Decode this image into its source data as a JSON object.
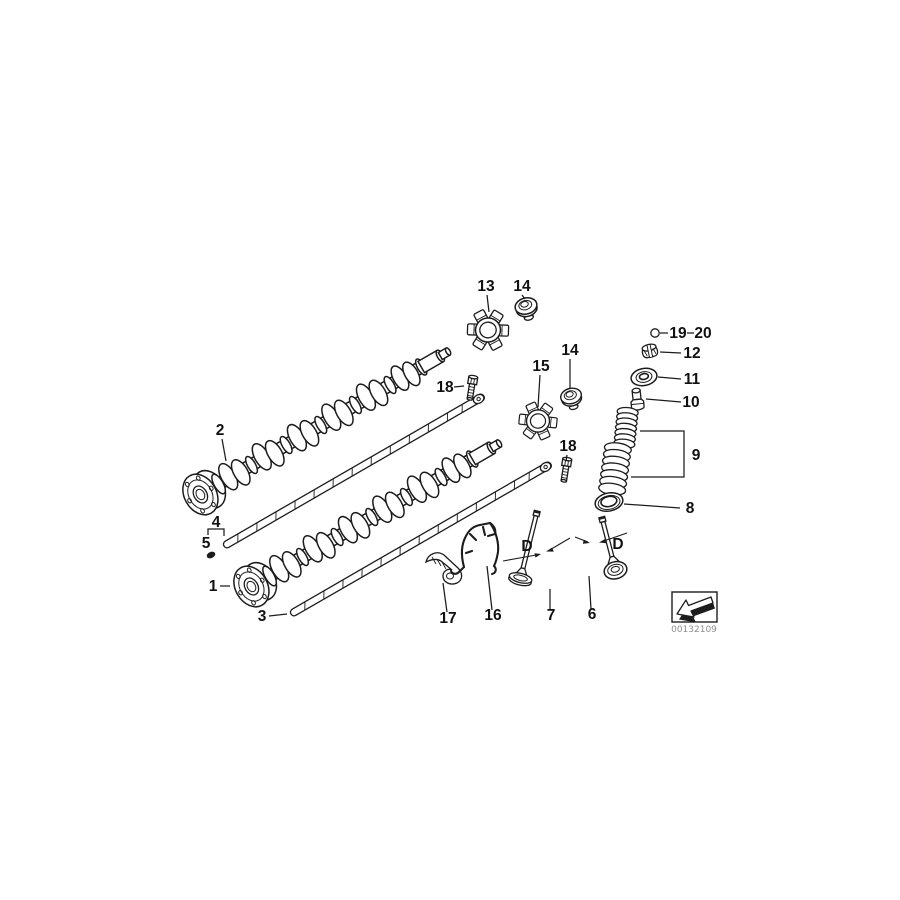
{
  "figure": {
    "type": "exploded-parts-diagram",
    "background_color": "#ffffff",
    "line_color": "#1c1c1c",
    "code_color": "#8f8f8f",
    "drawing_code": "00132109"
  },
  "callouts": {
    "c1": {
      "text": "1"
    },
    "c2": {
      "text": "2"
    },
    "c3": {
      "text": "3"
    },
    "c4": {
      "text": "4"
    },
    "c5": {
      "text": "5"
    },
    "c6": {
      "text": "6"
    },
    "c7": {
      "text": "7"
    },
    "c8": {
      "text": "8"
    },
    "c9": {
      "text": "9"
    },
    "c10": {
      "text": "10"
    },
    "c11": {
      "text": "11"
    },
    "c12": {
      "text": "12"
    },
    "c13": {
      "text": "13"
    },
    "c14a": {
      "text": "14"
    },
    "c14b": {
      "text": "14"
    },
    "c15": {
      "text": "15"
    },
    "c16": {
      "text": "16"
    },
    "c17": {
      "text": "17"
    },
    "c18a": {
      "text": "18"
    },
    "c18b": {
      "text": "18"
    },
    "c19": {
      "text": "19"
    },
    "c20": {
      "text": "20"
    }
  },
  "dimensions": {
    "left": {
      "text": "D"
    },
    "right": {
      "text": "D"
    }
  }
}
